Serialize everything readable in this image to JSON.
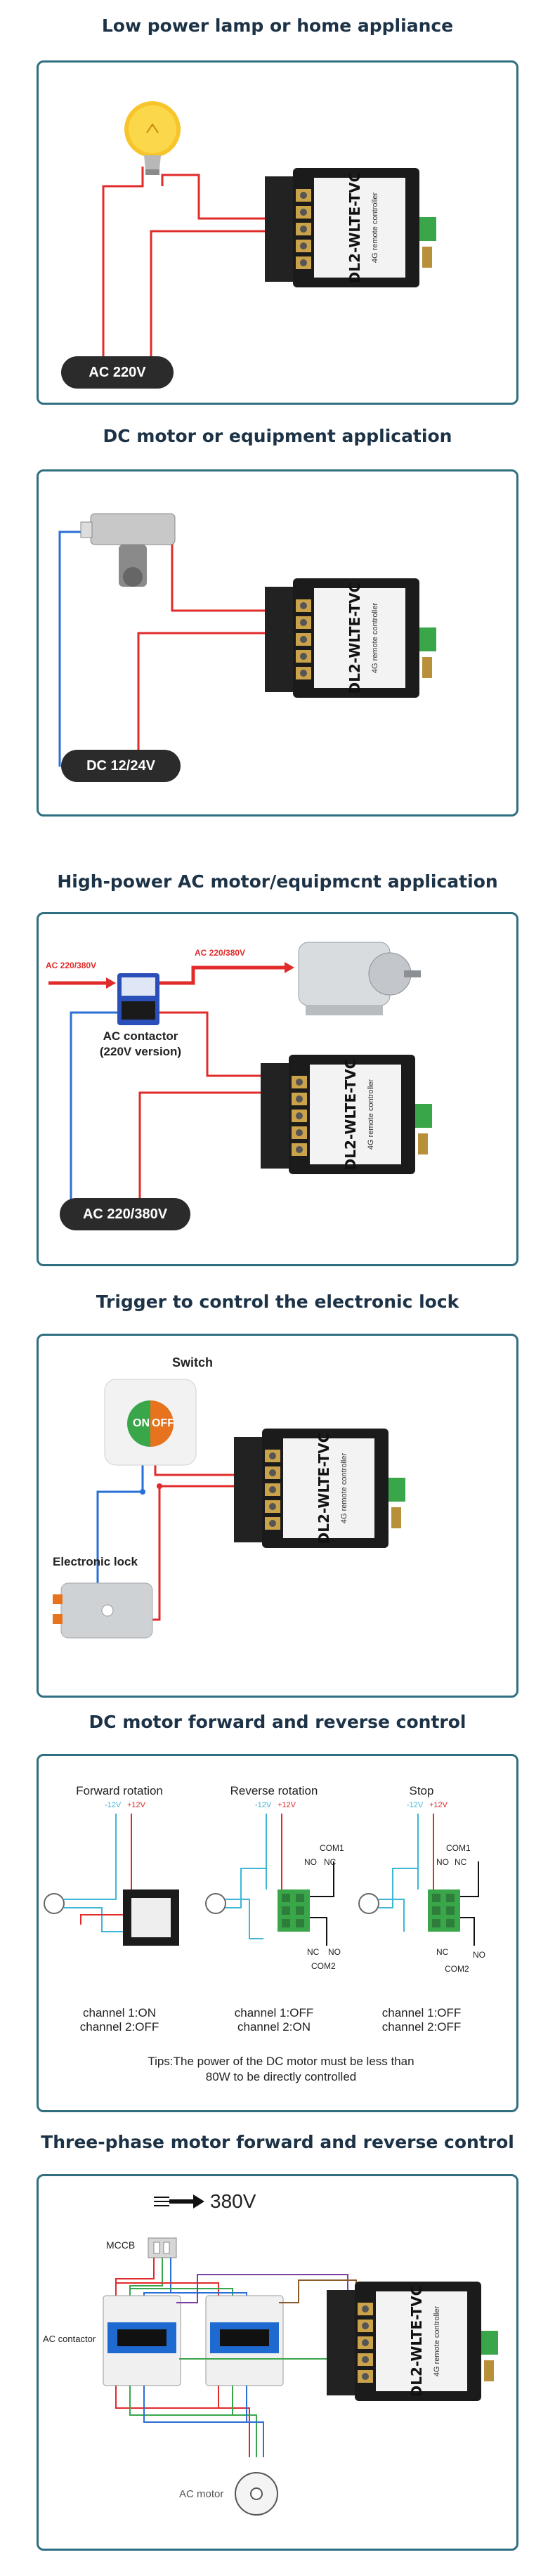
{
  "sections": [
    {
      "title": "Low power lamp or home appliance",
      "power": "AC 220V"
    },
    {
      "title": "DC motor or equipment application",
      "power": "DC 12/24V"
    },
    {
      "title": "High-power AC motor/equipmcnt application",
      "power": "AC 220/380V",
      "input_label": "AC 220/380V",
      "output_label": "AC 220/380V",
      "contactor_label": "AC contactor",
      "contactor_sub": "(220V version)"
    },
    {
      "title": "Trigger to control the electronic lock",
      "switch_label": "Switch",
      "on": "ON",
      "off": "OFF",
      "lock_label": "Electronic lock"
    },
    {
      "title": "DC motor forward and reverse control",
      "columns": [
        {
          "heading": "Forward rotation",
          "line1": "channel 1:ON",
          "line2": "channel 2:OFF"
        },
        {
          "heading": "Reverse rotation",
          "line1": "channel 1:OFF",
          "line2": "channel 2:ON"
        },
        {
          "heading": "Stop",
          "line1": "channel 1:OFF",
          "line2": "channel 2:OFF"
        }
      ],
      "minus": "-12V",
      "plus": "+12V",
      "com1": "COM1",
      "com2": "COM2",
      "no": "NO",
      "nc": "NC",
      "tip": "Tips:The power of the DC motor must be less than 80W to be directly controlled"
    },
    {
      "title": "Three-phase motor forward and reverse control",
      "supply": "380V",
      "mccb": "MCCB",
      "contactor": "AC contactor",
      "motor": "AC motor"
    }
  ],
  "controller": {
    "model": "DL2-WLTE-TVC",
    "subtitle": "4G remote controller"
  },
  "colors": {
    "title": "#1c3246",
    "border": "#2f6f7f",
    "red": "#e12b2b",
    "blue": "#2a6fd6",
    "cyan": "#3fb6d8",
    "green": "#3aa64a",
    "orange": "#e8731f"
  }
}
